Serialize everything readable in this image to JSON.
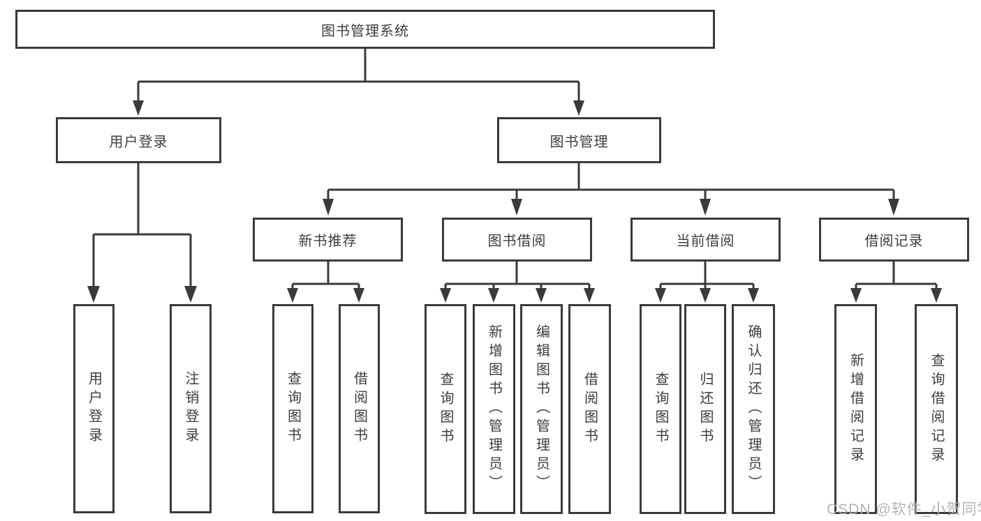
{
  "diagram": {
    "title": "图书管理系统",
    "colors": {
      "background": "#ffffff",
      "line": "#3a3a3a",
      "border": "#3a3a3a",
      "text": "#3d3d3d",
      "watermark": "#b0aeb4"
    },
    "nodes": {
      "root": {
        "label": "图书管理系统"
      },
      "user_login": {
        "label": "用户登录"
      },
      "book_mgmt": {
        "label": "图书管理"
      },
      "user_login_action": {
        "label": "用户登录"
      },
      "logout_action": {
        "label": "注销登录"
      },
      "new_book_rec": {
        "label": "新书推荐"
      },
      "book_borrow": {
        "label": "图书借阅"
      },
      "current_borrow": {
        "label": "当前借阅"
      },
      "borrow_records": {
        "label": "借阅记录"
      },
      "rec_query_books": {
        "label": "查询图书"
      },
      "rec_borrow_books": {
        "label": "借阅图书"
      },
      "bb_query_books": {
        "label": "查询图书"
      },
      "bb_add_books": {
        "label": "新增图书（管理员）"
      },
      "bb_edit_books": {
        "label": "编辑图书（管理员）"
      },
      "bb_borrow_books": {
        "label": "借阅图书"
      },
      "cb_query_books": {
        "label": "查询图书"
      },
      "cb_return_books": {
        "label": "归还图书"
      },
      "cb_confirm_return": {
        "label": "确认归还（管理员）"
      },
      "br_add_record": {
        "label": "新增借阅记录"
      },
      "br_query_record": {
        "label": "查询借阅记录"
      }
    },
    "watermark": "CSDN @软件_小贺同学"
  }
}
